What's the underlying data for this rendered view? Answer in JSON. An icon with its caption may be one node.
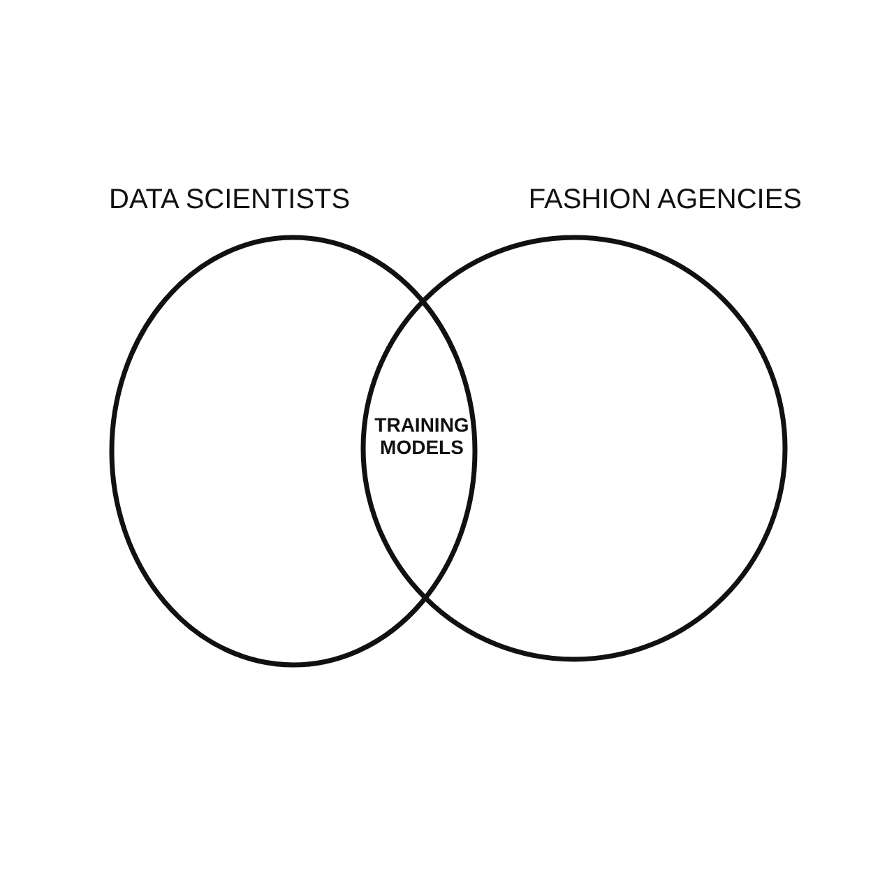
{
  "diagram": {
    "nodes": [
      {
        "text": [
          "DATA SCIENTISTS"
        ]
      },
      {
        "text": [
          "FASHION AGENCIES"
        ]
      }
    ],
    "labels": [
      "TRAINING MODELS"
    ]
  }
}
